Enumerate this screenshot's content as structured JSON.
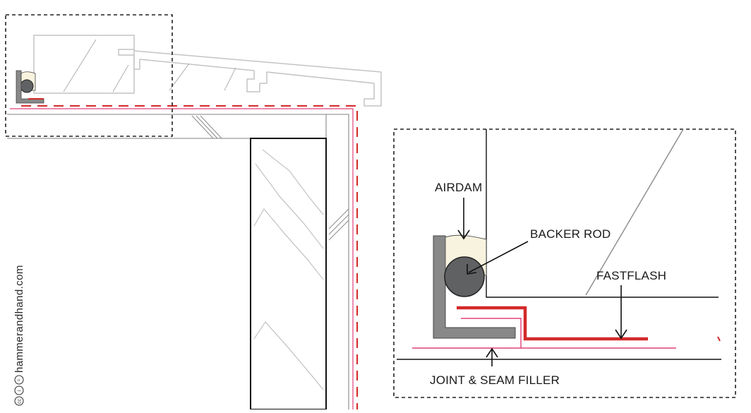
{
  "labels": {
    "airdam": "AIRDAM",
    "backer_rod": "BACKER ROD",
    "fastflash": "FASTFLASH",
    "joint_seam_filler": "JOINT & SEAM FILLER"
  },
  "credit": {
    "site": "hammerandhand.com",
    "cc_badge": "cc",
    "by_badge": "i",
    "nd_badge": "="
  },
  "colors": {
    "flashing_red": "#d42a2a",
    "filler_pink": "#e0407a",
    "angle_gray": "#888888",
    "rod_dark": "#5f6163",
    "airdam_cream": "#f7f3df",
    "line_gray": "#9a9a9a",
    "frame_light": "#c4c4c4",
    "ink": "#1a1a1a"
  }
}
